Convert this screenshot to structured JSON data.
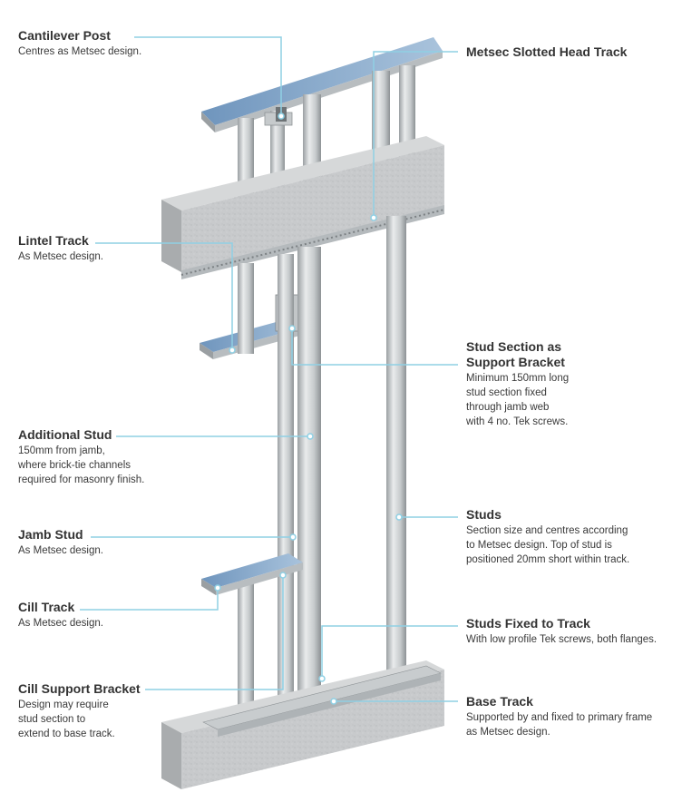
{
  "colors": {
    "leader": "#8fd0e4",
    "concrete": "#c9cbcd",
    "concrete_dark": "#a9acae",
    "steel_light": "#e7e9ea",
    "steel_mid": "#c4c8ca",
    "steel_dark": "#8e9396",
    "track_top": "#7fa3c6",
    "text": "#333333"
  },
  "labels": {
    "cantilever_post": {
      "title": "Cantilever Post",
      "desc": "Centres as Metsec design."
    },
    "slotted_head_track": {
      "title": "Metsec Slotted Head Track",
      "desc": ""
    },
    "lintel_track": {
      "title": "Lintel Track",
      "desc": "As Metsec design."
    },
    "stud_section": {
      "title": "Stud Section as\nSupport Bracket",
      "desc": "Minimum 150mm long\nstud section fixed\nthrough jamb web\nwith 4 no. Tek screws."
    },
    "additional_stud": {
      "title": "Additional Stud",
      "desc": "150mm from jamb,\nwhere brick-tie channels\nrequired for masonry finish."
    },
    "studs": {
      "title": "Studs",
      "desc": "Section size and centres according\nto Metsec design. Top of stud is\npositioned 20mm short within track."
    },
    "jamb_stud": {
      "title": "Jamb Stud",
      "desc": "As Metsec design."
    },
    "cill_track": {
      "title": "Cill Track",
      "desc": "As Metsec design."
    },
    "studs_fixed": {
      "title": "Studs Fixed to Track",
      "desc": "With low profile Tek screws, both flanges."
    },
    "cill_support_bracket": {
      "title": "Cill Support Bracket",
      "desc": "Design may require\nstud section to\nextend to base track."
    },
    "base_track": {
      "title": "Base Track",
      "desc": "Supported by and fixed to primary frame\nas Metsec design."
    }
  }
}
